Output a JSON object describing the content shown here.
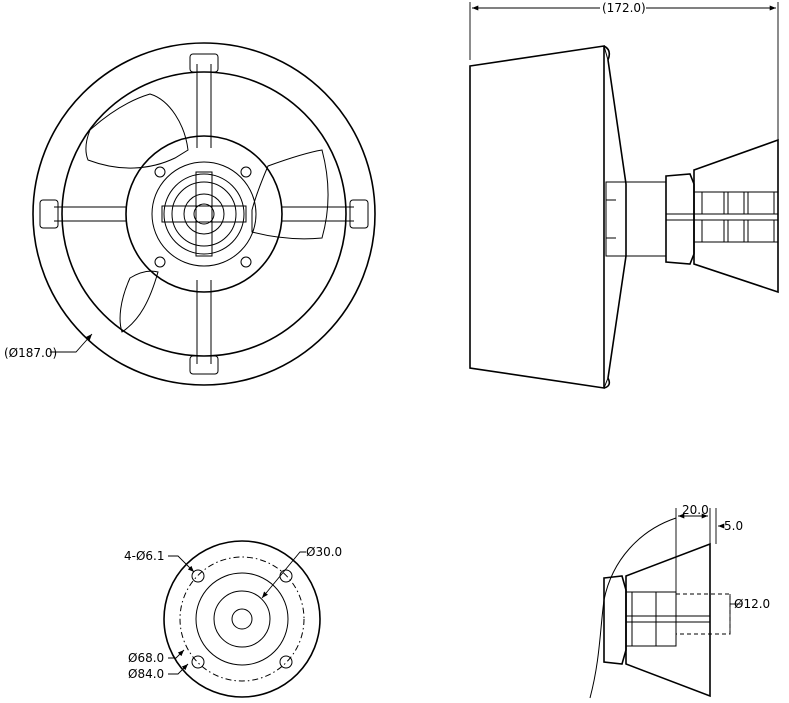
{
  "dimensions": {
    "overall_length": "(172.0)",
    "outer_diameter": "(Ø187.0)",
    "mount_holes": "4-Ø6.1",
    "center_bore": "Ø30.0",
    "bolt_circle": "Ø68.0",
    "motor_diameter": "Ø84.0",
    "motor_length": "20.0",
    "shaft_offset": "5.0",
    "shaft_diameter": "Ø12.0"
  },
  "colors": {
    "line": "#000000",
    "background": "#ffffff"
  }
}
